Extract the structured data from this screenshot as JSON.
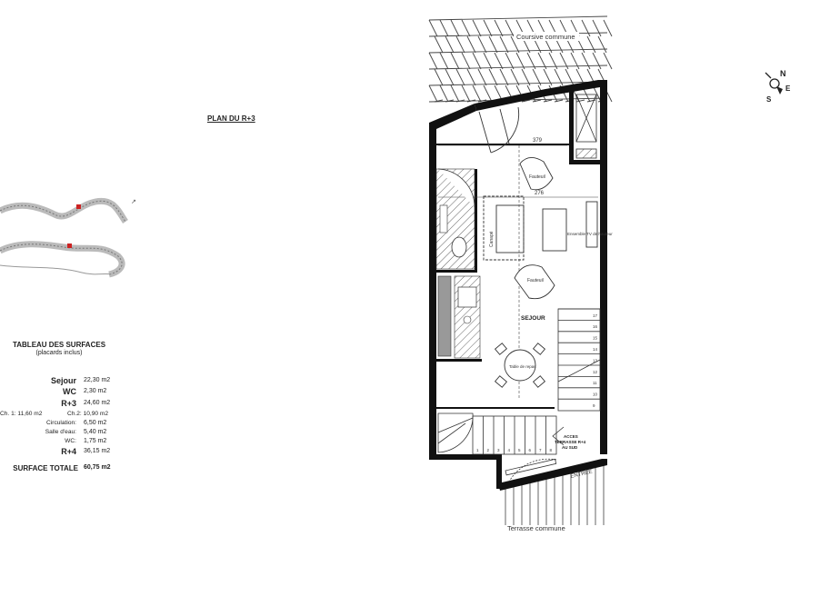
{
  "plan": {
    "title": "PLAN DU R+3",
    "coursive_label": "Coursive commune",
    "terrasse_label": "Terrasse commune",
    "entree_label": "ENTREE",
    "sejour_label": "SEJOUR",
    "canape_label": "Canapé",
    "fauteuil_label": "Fauteuil",
    "table_label": "Table de repas",
    "tv_label": "Ensemble TV de hauteur",
    "dim_top": "379",
    "dim_mid": "276",
    "acces_lines": [
      "ACCES",
      "TERRASSE R+4",
      "AU SUD"
    ],
    "stair_numbers": [
      "1",
      "2",
      "3",
      "4",
      "5",
      "6",
      "7",
      "8",
      "9",
      "10",
      "11",
      "12",
      "13",
      "14",
      "15",
      "16",
      "17"
    ]
  },
  "surfaces": {
    "heading": "TABLEAU DES SURFACES",
    "subheading": "(placards inclus)",
    "rows": [
      {
        "label": "Sejour",
        "value": "22,30 m2"
      },
      {
        "label": "WC",
        "value": "2,30 m2"
      },
      {
        "label": "R+3",
        "value": "24,60 m2"
      }
    ],
    "ch1": "Ch. 1:  11,60 m2",
    "ch2": "Ch.2:  10,90 m2",
    "rows2": [
      {
        "label": "Circulation:",
        "value": "6,50 m2"
      },
      {
        "label": "Salle d'eau:",
        "value": "5,40 m2"
      },
      {
        "label": "WC:",
        "value": "1,75 m2"
      }
    ],
    "r4": {
      "label": "R+4",
      "value": "36,15 m2"
    },
    "total": {
      "label": "SURFACE TOTALE",
      "value": "60,75 m2"
    }
  },
  "compass": {
    "n": "N",
    "e": "E",
    "s": "S"
  },
  "colors": {
    "wall": "#111111",
    "hatch": "#555555",
    "marker": "#cc2222",
    "line": "#333333"
  }
}
